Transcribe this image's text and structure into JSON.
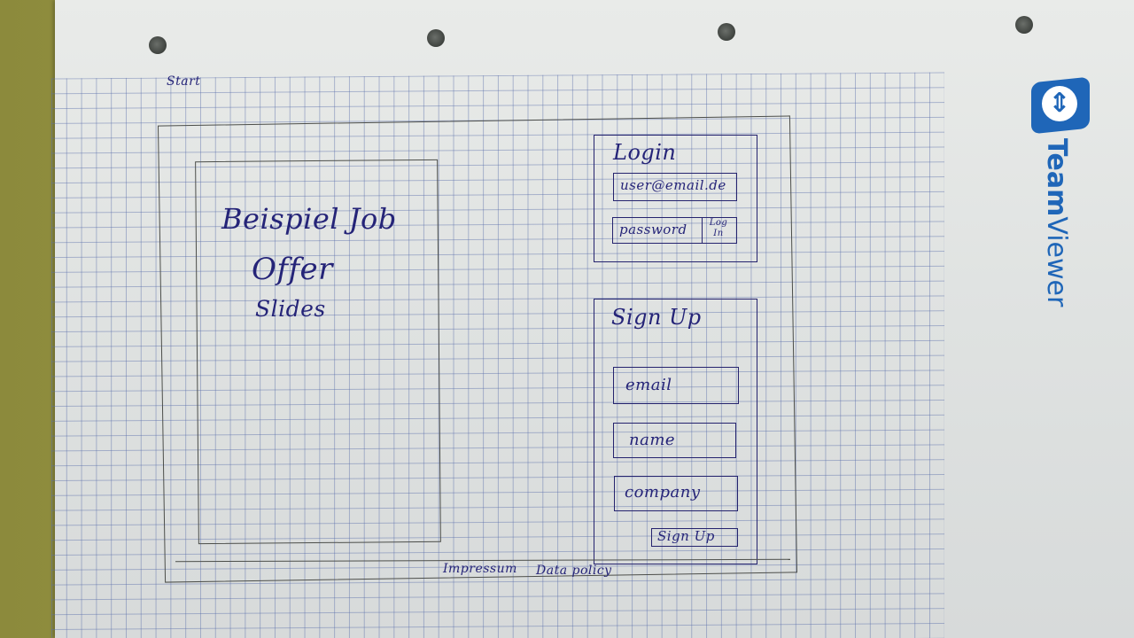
{
  "sketch": {
    "top_label": "Start",
    "slides": {
      "line1": "Beispiel Job",
      "line2": "Offer",
      "line3": "Slides"
    },
    "login": {
      "title": "Login",
      "user_field": "user@email.de",
      "password_field": "password",
      "button": "Log In"
    },
    "signup": {
      "title": "Sign Up",
      "email_field": "email",
      "name_field": "name",
      "company_field": "company",
      "button": "Sign Up"
    },
    "footer": {
      "impressum": "Impressum",
      "data_policy": "Data policy"
    }
  },
  "watermark": {
    "brand_bold": "Team",
    "brand_light": "Viewer",
    "icon": "double-arrow-icon",
    "color": "#1f66b8"
  },
  "colors": {
    "ink": "#252478",
    "pencil": "#4c4e4a",
    "paper": "#e3e5e4",
    "grid": "#5a6eaa"
  }
}
